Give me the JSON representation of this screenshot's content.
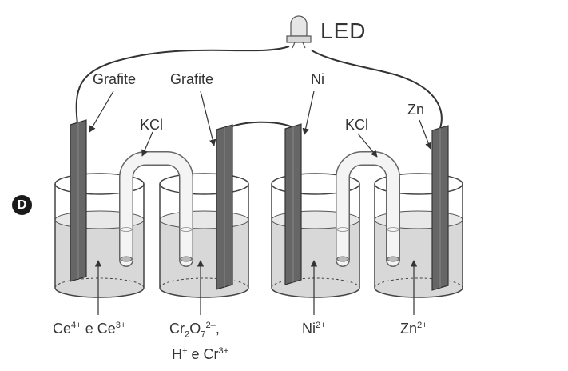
{
  "option_letter": "D",
  "led_label": "LED",
  "electrodes": {
    "e1": "Grafite",
    "e2": "Grafite",
    "e3": "Ni",
    "e4": "Zn"
  },
  "salt_bridges": {
    "b1": "KCl",
    "b2": "KCl"
  },
  "solutions": {
    "s1": {
      "a": "Ce",
      "a_charge": "4+",
      "mid": " e ",
      "b": "Ce",
      "b_charge": "3+"
    },
    "s2": {
      "l1_a": "Cr",
      "l1_sub1": "2",
      "l1_b": "O",
      "l1_sub2": "7",
      "l1_charge": "2–",
      "l1_tail": ",",
      "l2_a": "H",
      "l2_charge_a": "+",
      "l2_mid": " e Cr",
      "l2_charge_b": "3+"
    },
    "s3": {
      "a": "Ni",
      "a_charge": "2+"
    },
    "s4": {
      "a": "Zn",
      "a_charge": "2+"
    }
  }
}
